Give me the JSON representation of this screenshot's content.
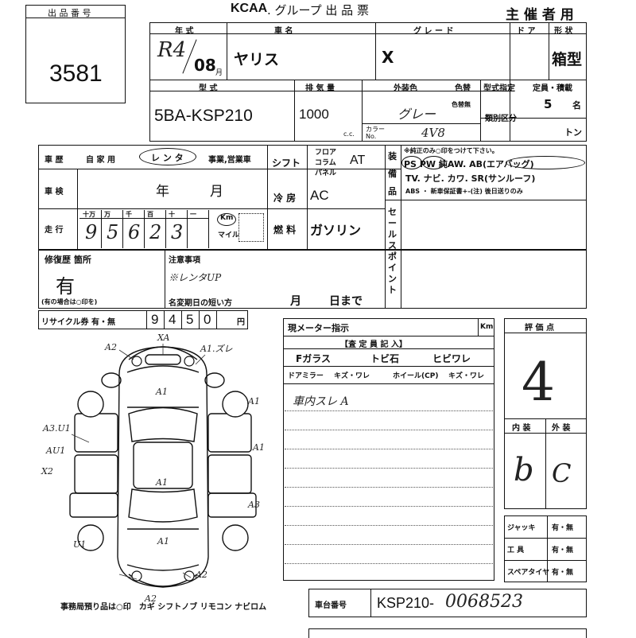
{
  "header": {
    "lot_label": "出 品 番 号",
    "lot_number": "3581",
    "brand": "KCAA",
    "group_title": ". グループ 出 品 票",
    "organizer": "主 催 者 用"
  },
  "vehicle": {
    "year_label": "年 式",
    "year_era": "R4",
    "year_month": "08",
    "year_month_suffix": "月",
    "name_label": "車 名",
    "name": "ヤリス",
    "grade_label": "グ レ ー ド",
    "grade": "X",
    "door_label": "ド ア",
    "shape_label": "形 状",
    "shape": "箱型",
    "model_label": "型 式",
    "model": "5BA-KSP210",
    "displacement_label": "排 気 量",
    "displacement": "1000",
    "cc": "c.c.",
    "exterior_color_label": "外装色",
    "color_change_label": "色替",
    "color_none_label": "色替無",
    "exterior_color": "グレー",
    "color_no_label": "カラー No.",
    "color_code": "4V8",
    "type_designation_label": "型式指定",
    "category_label": "類別区分",
    "capacity_label": "定員・積載",
    "capacity": "5",
    "capacity_unit": "名",
    "load_unit": "トン"
  },
  "history": {
    "history_label": "車 歴",
    "private_label": "自 家 用",
    "rental_label": "レ ン タ",
    "business_label": "事業,営業車",
    "inspection_label": "車 検",
    "year_mark": "年",
    "month_mark": "月",
    "mileage_label": "走 行",
    "mileage_units": [
      "十万",
      "万",
      "千",
      "百",
      "十",
      "一"
    ],
    "mileage_digits": [
      "9",
      "5",
      "6",
      "2",
      "3"
    ],
    "km_label": "Km",
    "mile_label": "マイル"
  },
  "specs": {
    "shift_label": "シフト",
    "shift_options": [
      "フロア",
      "コラム",
      "パネル"
    ],
    "shift_value": "AT",
    "ac_label": "冷 房",
    "ac_value": "AC",
    "fuel_label": "燃 料",
    "fuel_value": "ガソリン"
  },
  "equipment": {
    "label": "装 備 品",
    "note": "※純正のみ○印をつけて下さい。",
    "line1": "PS PW 純AW. AB(エアバッグ)",
    "line2": "TV. ナビ. カワ. SR(サンルーフ)",
    "line3": "ABS ・ 新車保証書+-(注) 後日送りのみ",
    "sales_point_label": "セールスポイント"
  },
  "repair": {
    "label": "修復歴 箇所",
    "value": "有",
    "footnote": "(有の場合は○印を)",
    "caution_label": "注意事項",
    "caution_value": "※レンタUP",
    "name_change_label": "名変期日の短い方",
    "month_label": "月",
    "day_label": "日まで"
  },
  "recycle": {
    "label": "リサイクル券 有・無",
    "digits": [
      "9",
      "4",
      "5",
      "0"
    ],
    "unit": "円"
  },
  "inspector": {
    "meter_label": "現メーター指示",
    "km_unit": "Km",
    "section_title": "【査 定 員 記 入】",
    "f_glass": "Fガラス",
    "stone_chip": "トビ石",
    "crack": "ヒビワレ",
    "door_mirror": "ドアミラー",
    "mirror_status": "キズ・ワレ",
    "wheel": "ホイール(CP)",
    "wheel_status": "キズ・ワレ",
    "note": "車内スレ A"
  },
  "score": {
    "label": "評 価 点",
    "value": "4",
    "interior_label": "内 装",
    "exterior_label": "外 装",
    "interior_value": "b",
    "exterior_value": "C"
  },
  "accessories": [
    {
      "label": "ジャッキ",
      "status": "有・無"
    },
    {
      "label": "工 具",
      "status": "有・無"
    },
    {
      "label": "スペアタイヤ",
      "status": "有・無"
    }
  ],
  "diagram": {
    "marks": [
      "A2",
      "XA",
      "A1.ズレ",
      "A1",
      "A1",
      "A3.U1",
      "AU1",
      "X2",
      "A1",
      "A1",
      "A3",
      "U1",
      "A1",
      "A2",
      "A2"
    ]
  },
  "footer": {
    "office_note": "事務局預り品は○印　カギ シフトノブ リモコン ナビロム",
    "chassis_label": "車台番号",
    "chassis_prefix": "KSP210-",
    "chassis_number": "0068523"
  }
}
